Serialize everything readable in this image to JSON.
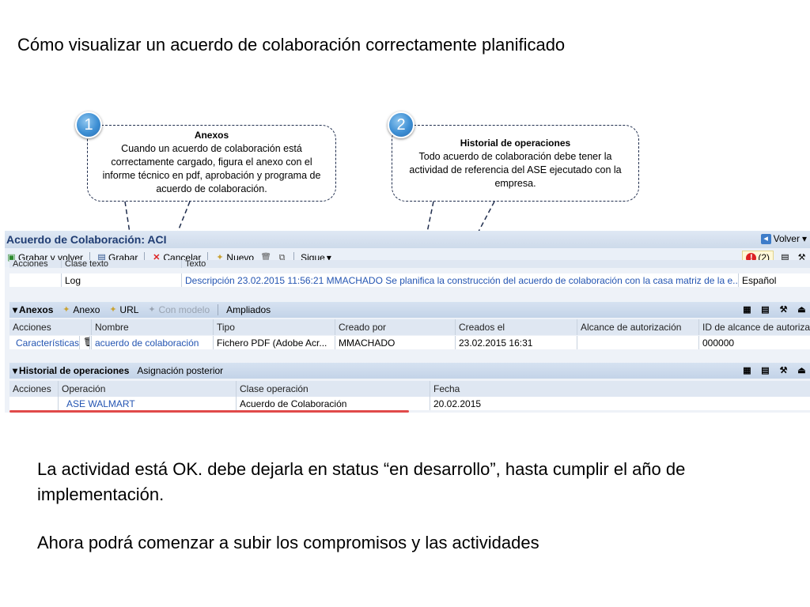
{
  "slide": {
    "title": "Cómo visualizar un acuerdo de colaboración correctamente planificado",
    "paragraph1": "La actividad está OK. debe dejarla en status “en desarrollo”, hasta cumplir el año de implementación.",
    "paragraph2": "Ahora podrá comenzar a subir los compromisos y las actividades"
  },
  "callouts": [
    {
      "number": "1",
      "title": "Anexos",
      "body": "Cuando un acuerdo de colaboración está correctamente cargado, figura el anexo con el informe técnico en pdf, aprobación y programa de acuerdo de colaboración."
    },
    {
      "number": "2",
      "title": "Historial de operaciones",
      "body": "Todo acuerdo de colaboración debe tener la actividad de referencia del ASE ejecutado con la empresa."
    }
  ],
  "window": {
    "title": "Acuerdo de Colaboración: ACI",
    "back": "Volver",
    "toolbar": {
      "save_back": "Grabar y volver",
      "save": "Grabar",
      "cancel": "Cancelar",
      "new": "Nuevo",
      "follow": "Sigue",
      "messages": "(2)"
    },
    "texts_header": [
      "Acciones",
      "Clase texto",
      "Texto"
    ],
    "texts_row": {
      "clase": "Log",
      "texto": "Descripción 23.02.2015 11:56:21 MMACHADO  Se planifica la construcción del acuerdo de colaboración con la casa matriz de la e...",
      "idioma": "Español"
    },
    "anexos": {
      "label": "Anexos",
      "buttons": [
        "Anexo",
        "URL",
        "Con modelo",
        "Ampliados"
      ],
      "columns": [
        "Acciones",
        "Nombre",
        "Tipo",
        "Creado por",
        "Creados el",
        "Alcance de autorización",
        "ID de alcance de autoriza..."
      ],
      "row": [
        "Características",
        "acuerdo de colaboración",
        "Fichero PDF (Adobe Acr...",
        "MMACHADO",
        "23.02.2015 16:31",
        "",
        "000000"
      ]
    },
    "historial": {
      "label": "Historial de operaciones",
      "button": "Asignación posterior",
      "columns": [
        "Acciones",
        "Operación",
        "Clase operación",
        "Fecha"
      ],
      "row": [
        "",
        "ASE WALMART",
        "Acuerdo de Colaboración",
        "20.02.2015"
      ]
    }
  }
}
